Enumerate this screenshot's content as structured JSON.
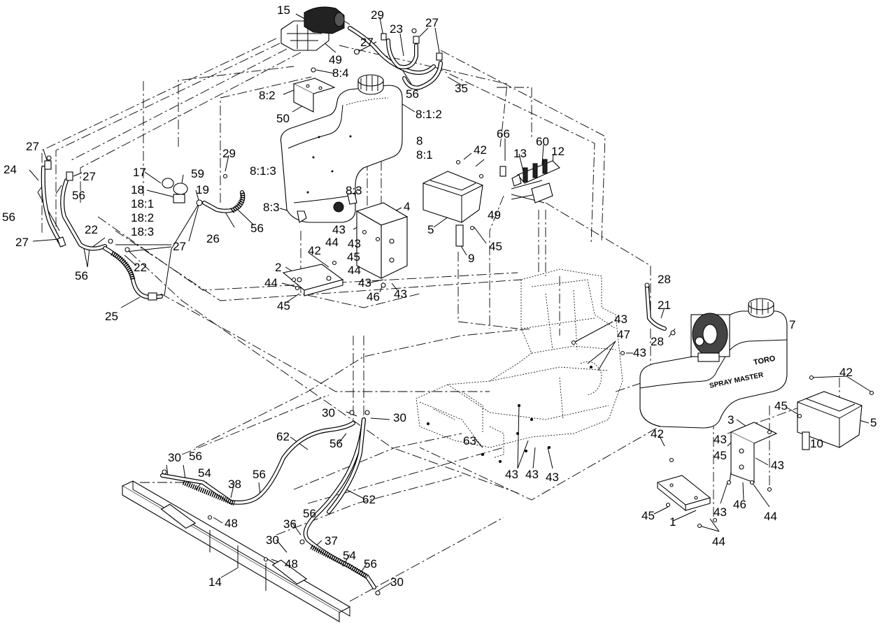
{
  "diagram": {
    "labels": [
      {
        "id": "l15",
        "text": "15"
      },
      {
        "id": "l29a",
        "text": "29"
      },
      {
        "id": "l23",
        "text": "23"
      },
      {
        "id": "l27a",
        "text": "27"
      },
      {
        "id": "l27b",
        "text": "27"
      },
      {
        "id": "l49a",
        "text": "49"
      },
      {
        "id": "l84",
        "text": "8:4"
      },
      {
        "id": "l56a",
        "text": "56"
      },
      {
        "id": "l35",
        "text": "35"
      },
      {
        "id": "l82",
        "text": "8:2"
      },
      {
        "id": "l812",
        "text": "8:1:2"
      },
      {
        "id": "l50",
        "text": "50"
      },
      {
        "id": "l8",
        "text": "8"
      },
      {
        "id": "l81",
        "text": "8:1"
      },
      {
        "id": "l27c",
        "text": "27"
      },
      {
        "id": "l24",
        "text": "24"
      },
      {
        "id": "l27d",
        "text": "27"
      },
      {
        "id": "l29b",
        "text": "29"
      },
      {
        "id": "l66",
        "text": "66"
      },
      {
        "id": "l60",
        "text": "60"
      },
      {
        "id": "l42a",
        "text": "42"
      },
      {
        "id": "l13",
        "text": "13"
      },
      {
        "id": "l12",
        "text": "12"
      },
      {
        "id": "l17",
        "text": "17"
      },
      {
        "id": "l59",
        "text": "59"
      },
      {
        "id": "l813",
        "text": "8:1:3"
      },
      {
        "id": "l56b",
        "text": "56"
      },
      {
        "id": "l18",
        "text": "18"
      },
      {
        "id": "l19",
        "text": "19"
      },
      {
        "id": "l181",
        "text": "18:1"
      },
      {
        "id": "l182",
        "text": "18:2"
      },
      {
        "id": "l183",
        "text": "18:3"
      },
      {
        "id": "l83a",
        "text": "8:3"
      },
      {
        "id": "l56c",
        "text": "56"
      },
      {
        "id": "l4",
        "text": "4"
      },
      {
        "id": "l83b",
        "text": "8:3"
      },
      {
        "id": "l49b",
        "text": "49"
      },
      {
        "id": "l26",
        "text": "26"
      },
      {
        "id": "l56d",
        "text": "56"
      },
      {
        "id": "l5a",
        "text": "5"
      },
      {
        "id": "l43a",
        "text": "43"
      },
      {
        "id": "l44a",
        "text": "44"
      },
      {
        "id": "l45a",
        "text": "45"
      },
      {
        "id": "l27e",
        "text": "27"
      },
      {
        "id": "l22a",
        "text": "22"
      },
      {
        "id": "l27f",
        "text": "27"
      },
      {
        "id": "l43b",
        "text": "43"
      },
      {
        "id": "l45b",
        "text": "45"
      },
      {
        "id": "l9",
        "text": "9"
      },
      {
        "id": "l42b",
        "text": "42"
      },
      {
        "id": "l56e",
        "text": "56"
      },
      {
        "id": "l22b",
        "text": "22"
      },
      {
        "id": "l2",
        "text": "2"
      },
      {
        "id": "l44b",
        "text": "44"
      },
      {
        "id": "l43c",
        "text": "43"
      },
      {
        "id": "l44c",
        "text": "44"
      },
      {
        "id": "l45c",
        "text": "45"
      },
      {
        "id": "l46a",
        "text": "46"
      },
      {
        "id": "l43d",
        "text": "43"
      },
      {
        "id": "l28a",
        "text": "28"
      },
      {
        "id": "l25",
        "text": "25"
      },
      {
        "id": "l21",
        "text": "21"
      },
      {
        "id": "l43e",
        "text": "43"
      },
      {
        "id": "l7",
        "text": "7"
      },
      {
        "id": "l28b",
        "text": "28"
      },
      {
        "id": "l47",
        "text": "47"
      },
      {
        "id": "l43f",
        "text": "43"
      },
      {
        "id": "l42c",
        "text": "42"
      },
      {
        "id": "l30a",
        "text": "30"
      },
      {
        "id": "l3",
        "text": "3"
      },
      {
        "id": "l45d",
        "text": "45"
      },
      {
        "id": "l5b",
        "text": "5"
      },
      {
        "id": "l30b",
        "text": "30"
      },
      {
        "id": "l43g",
        "text": "43"
      },
      {
        "id": "l10",
        "text": "10"
      },
      {
        "id": "l62a",
        "text": "62"
      },
      {
        "id": "l63",
        "text": "63"
      },
      {
        "id": "l42d",
        "text": "42"
      },
      {
        "id": "l45e",
        "text": "45"
      },
      {
        "id": "l43h",
        "text": "43"
      },
      {
        "id": "l30c",
        "text": "30"
      },
      {
        "id": "l56f",
        "text": "56"
      },
      {
        "id": "l56g",
        "text": "56"
      },
      {
        "id": "l43i",
        "text": "43"
      },
      {
        "id": "l43j",
        "text": "43"
      },
      {
        "id": "l43k",
        "text": "43"
      },
      {
        "id": "l54a",
        "text": "54"
      },
      {
        "id": "l38",
        "text": "38"
      },
      {
        "id": "l56h",
        "text": "56"
      },
      {
        "id": "l62b",
        "text": "62"
      },
      {
        "id": "l46b",
        "text": "46"
      },
      {
        "id": "l43l",
        "text": "43"
      },
      {
        "id": "l44d",
        "text": "44"
      },
      {
        "id": "l48a",
        "text": "48"
      },
      {
        "id": "l56i",
        "text": "56"
      },
      {
        "id": "l45f",
        "text": "45"
      },
      {
        "id": "l1",
        "text": "1"
      },
      {
        "id": "l36",
        "text": "36"
      },
      {
        "id": "l44e",
        "text": "44"
      },
      {
        "id": "l30d",
        "text": "30"
      },
      {
        "id": "l37",
        "text": "37"
      },
      {
        "id": "l54b",
        "text": "54"
      },
      {
        "id": "l56j",
        "text": "56"
      },
      {
        "id": "l48b",
        "text": "48"
      },
      {
        "id": "l14",
        "text": "14"
      },
      {
        "id": "l30e",
        "text": "30"
      }
    ],
    "decals": {
      "tank_brand": "SPRAY MASTER",
      "tank_logo": "TORO"
    }
  }
}
